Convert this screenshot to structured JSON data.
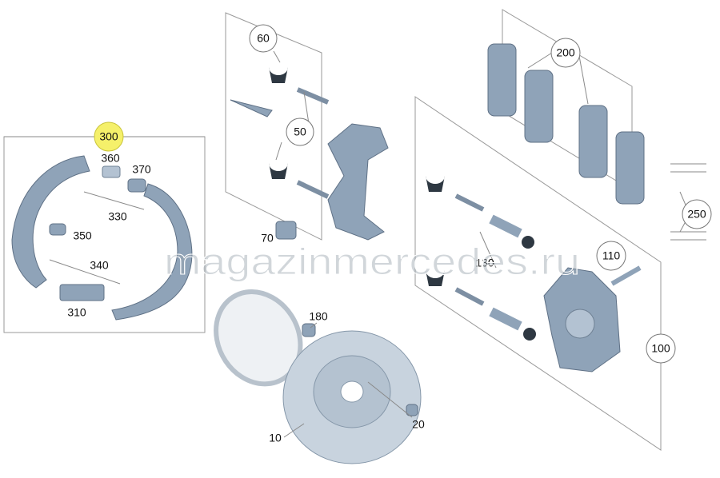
{
  "watermark": "magazinmercedes.ru",
  "colors": {
    "highlight": "#f5f06a",
    "part": "#8fa3b8"
  },
  "callouts": {
    "c300": "300",
    "c360": "360",
    "c370": "370",
    "c330": "330",
    "c350": "350",
    "c340": "340",
    "c310": "310",
    "c60": "60",
    "c50": "50",
    "c70": "70",
    "c200": "200",
    "c250": "250",
    "c110": "110",
    "c130": "130",
    "c100": "100",
    "c180": "180",
    "c20": "20",
    "c10": "10"
  }
}
